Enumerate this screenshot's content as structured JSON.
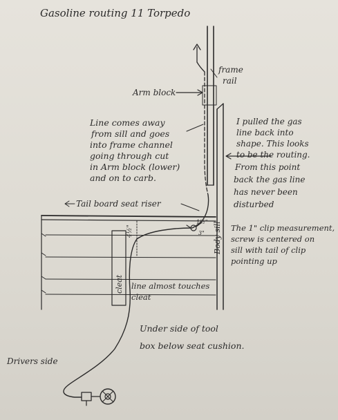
{
  "title": "Gasoline routing 11 Torpedo",
  "labels": {
    "frame_rail": [
      "frame",
      "rail"
    ],
    "arm_block": "Arm block",
    "left_note": [
      "Line comes away",
      "from sill and goes",
      "into frame channel",
      "going through cut",
      "in Arm block (lower)",
      "and on to carb."
    ],
    "right_note": [
      "I pulled the gas",
      "line back into",
      "shape. This looks",
      "to be the routing.",
      "From this point",
      "back the gas line",
      "has never been",
      "disturbed"
    ],
    "tail_board": "Tail board seat riser",
    "clip_note": [
      "The 1\" clip measurement,",
      "screw is centered on",
      "sill with tail of clip",
      "pointing up"
    ],
    "body_sill": "Body sill",
    "cleat": "cleat",
    "line_cleat": [
      "line almost touches",
      "cleat"
    ],
    "under_side": [
      "Under side of tool",
      "box below seat cushion."
    ],
    "drivers_side": "Drivers side",
    "dim_4_5": "4½\"",
    "dim_1_5": "1½\"",
    "dim_3": "3\""
  }
}
